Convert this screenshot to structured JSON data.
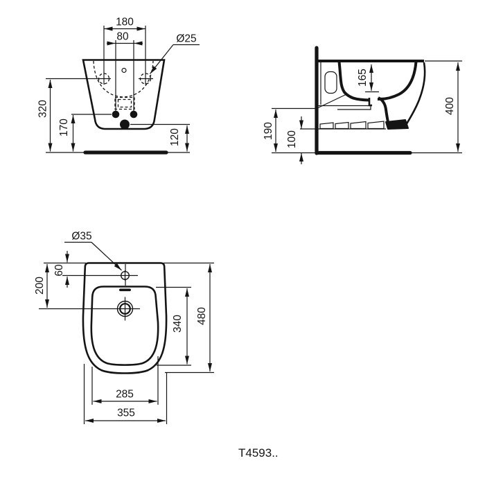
{
  "product_code": "T4593..",
  "colors": {
    "line": "#141414",
    "background": "#ffffff"
  },
  "views": {
    "front": {
      "dims": {
        "hole_spacing": "180",
        "fixing_spacing": "80",
        "hole_diameter": "Ø25",
        "holes_height": "320",
        "fixings_height": "170",
        "outlet_height": "120"
      }
    },
    "side": {
      "dims": {
        "bowl_depth": "165",
        "overall_height": "400",
        "rail_height": "190",
        "rail_offset": "100"
      }
    },
    "plan": {
      "dims": {
        "taphole_diameter": "Ø35",
        "taphole_offset": "60",
        "drain_offset": "200",
        "bowl_length": "340",
        "overall_length": "480",
        "bowl_width": "285",
        "overall_width": "355"
      }
    }
  }
}
